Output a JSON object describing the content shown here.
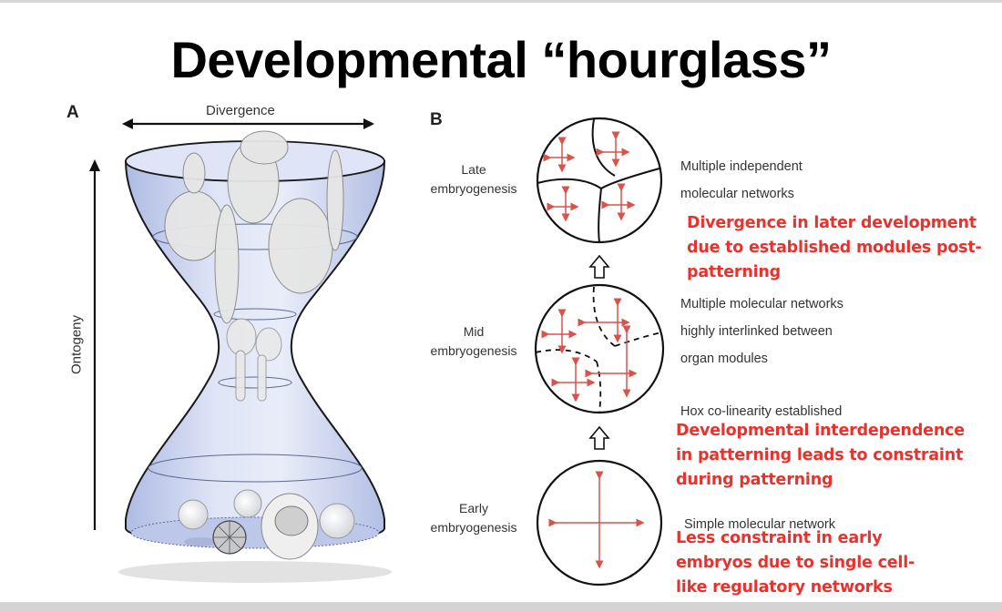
{
  "slide": {
    "title": "Developmental “hourglass”"
  },
  "panel_a": {
    "label": "A",
    "x_axis_label": "Divergence",
    "y_axis_label": "Ontogeny",
    "illustration": "hourglass-with-embryos"
  },
  "panel_b": {
    "label": "B",
    "stages": [
      {
        "name": "Late\nembryogenesis",
        "line1": "Late",
        "line2": "embryogenesis",
        "description": [
          "Multiple independent",
          "molecular networks"
        ],
        "annotation": [
          "Divergence in later development",
          "due to established modules post-",
          "patterning"
        ]
      },
      {
        "name": "Mid embryogenesis",
        "line1": "Mid",
        "line2": "embryogenesis",
        "description": [
          "Multiple molecular networks",
          "highly interlinked between",
          "organ modules"
        ],
        "note": "Hox co-linearity established",
        "annotation": [
          "Developmental interdependence",
          "in patterning leads to constraint",
          "during patterning"
        ]
      },
      {
        "name": "Early embryogenesis",
        "line1": "Early",
        "line2": "embryogenesis",
        "description": [
          "Simple molecular network"
        ],
        "annotation": [
          "Less constraint in early",
          "embryos due to single cell-",
          "like regulatory networks"
        ]
      }
    ]
  },
  "colors": {
    "annotation_red": "#e8322d",
    "arrow_red": "#d9534a",
    "glass_fill": "#c9d3ee",
    "outline": "#1a1a1a"
  }
}
